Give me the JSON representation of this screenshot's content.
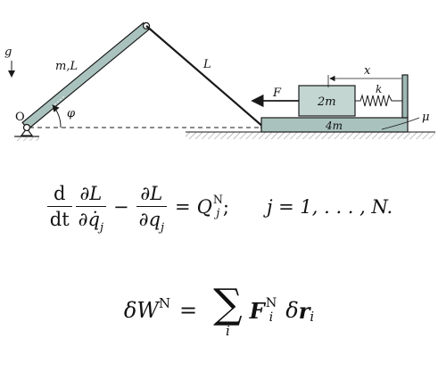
{
  "diagram": {
    "labels": {
      "gravity": "g",
      "rod_mass": "m,L",
      "origin": "O",
      "angle": "φ",
      "link_length": "L",
      "force": "F",
      "block_mass": "2m",
      "spring": "k",
      "displacement": "x",
      "plate_mass": "4m",
      "friction": "μ"
    },
    "colors": {
      "rod_fill": "#a9c2bd",
      "block_fill": "#c3d6d2",
      "stroke": "#1a1a1a",
      "hatch": "#9a9a9a"
    }
  },
  "equations": {
    "lagrange": {
      "d_num": "d",
      "d_den": "dt",
      "partial_num_1": "∂L",
      "partial_den_1": "∂q̇",
      "sub_1": "j",
      "minus": "−",
      "partial_num_2": "∂L",
      "partial_den_2": "∂q",
      "sub_2": "j",
      "equals": "=",
      "rhs": "Q",
      "rhs_sup": "N",
      "rhs_sub": "j",
      "separator": ";",
      "range": "j = 1, . . . , N."
    },
    "virtual_work": {
      "lhs": "δW",
      "lhs_sup": "N",
      "equals": "=",
      "sum": "∑",
      "sum_index": "i",
      "force": "F",
      "force_sup": "N",
      "force_sub": "i",
      "delta": "δ",
      "r": "r",
      "r_sub": "i"
    }
  }
}
